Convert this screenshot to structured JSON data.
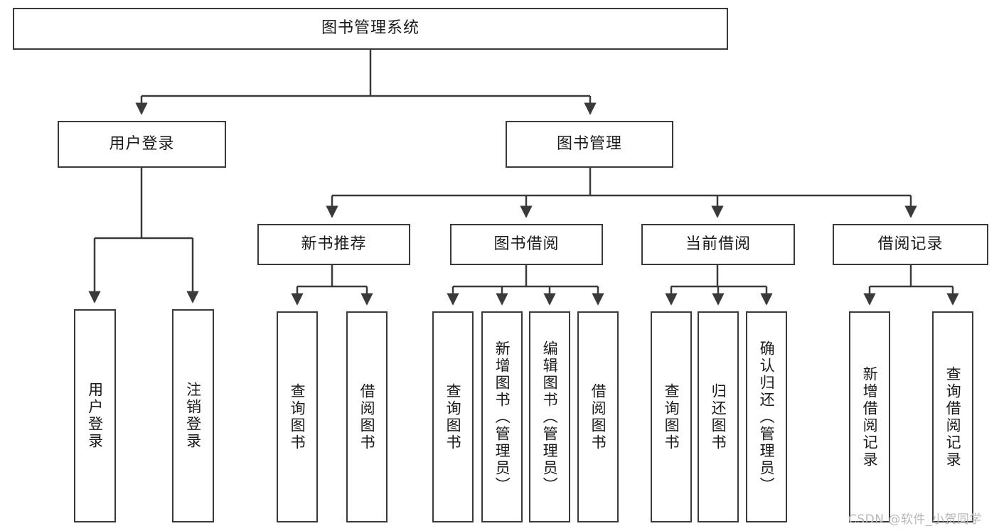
{
  "diagram": {
    "type": "tree-hierarchy-chart",
    "title": "图书管理系统",
    "orientation": "top-down",
    "colors": {
      "box_border": "#3a3a3a",
      "box_fill": "#ffffff",
      "connector": "#3a3a3a",
      "text": "#1a1a1a",
      "watermark": "#b8b8b8",
      "background": "#ffffff"
    },
    "root": {
      "id": "root",
      "label": "图书管理系统"
    },
    "level1": [
      {
        "id": "user-login",
        "label": "用户登录"
      },
      {
        "id": "book-manage",
        "label": "图书管理"
      }
    ],
    "level2": [
      {
        "id": "new-book-recommend",
        "label": "新书推荐",
        "parent": "book-manage"
      },
      {
        "id": "book-borrow",
        "label": "图书借阅",
        "parent": "book-manage"
      },
      {
        "id": "current-borrow",
        "label": "当前借阅",
        "parent": "book-manage"
      },
      {
        "id": "borrow-record",
        "label": "借阅记录",
        "parent": "book-manage"
      }
    ],
    "leaves": [
      {
        "id": "leaf-user-login",
        "label": "用户登录",
        "parent": "user-login"
      },
      {
        "id": "leaf-user-logout",
        "label": "注销登录",
        "parent": "user-login"
      },
      {
        "id": "leaf-query-book-1",
        "label": "查询图书",
        "parent": "new-book-recommend"
      },
      {
        "id": "leaf-borrow-book-1",
        "label": "借阅图书",
        "parent": "new-book-recommend"
      },
      {
        "id": "leaf-query-book-2",
        "label": "查询图书",
        "parent": "book-borrow"
      },
      {
        "id": "leaf-add-book",
        "label": "新增图书（管理员）",
        "parent": "book-borrow"
      },
      {
        "id": "leaf-edit-book",
        "label": "编辑图书（管理员）",
        "parent": "book-borrow"
      },
      {
        "id": "leaf-borrow-book-2",
        "label": "借阅图书",
        "parent": "book-borrow"
      },
      {
        "id": "leaf-query-book-3",
        "label": "查询图书",
        "parent": "current-borrow"
      },
      {
        "id": "leaf-return-book",
        "label": "归还图书",
        "parent": "current-borrow"
      },
      {
        "id": "leaf-confirm-return",
        "label": "确认归还（管理员）",
        "parent": "current-borrow"
      },
      {
        "id": "leaf-add-record",
        "label": "新增借阅记录",
        "parent": "borrow-record"
      },
      {
        "id": "leaf-query-record",
        "label": "查询借阅记录",
        "parent": "borrow-record"
      }
    ],
    "watermark": "CSDN @软件_小贺同学"
  }
}
